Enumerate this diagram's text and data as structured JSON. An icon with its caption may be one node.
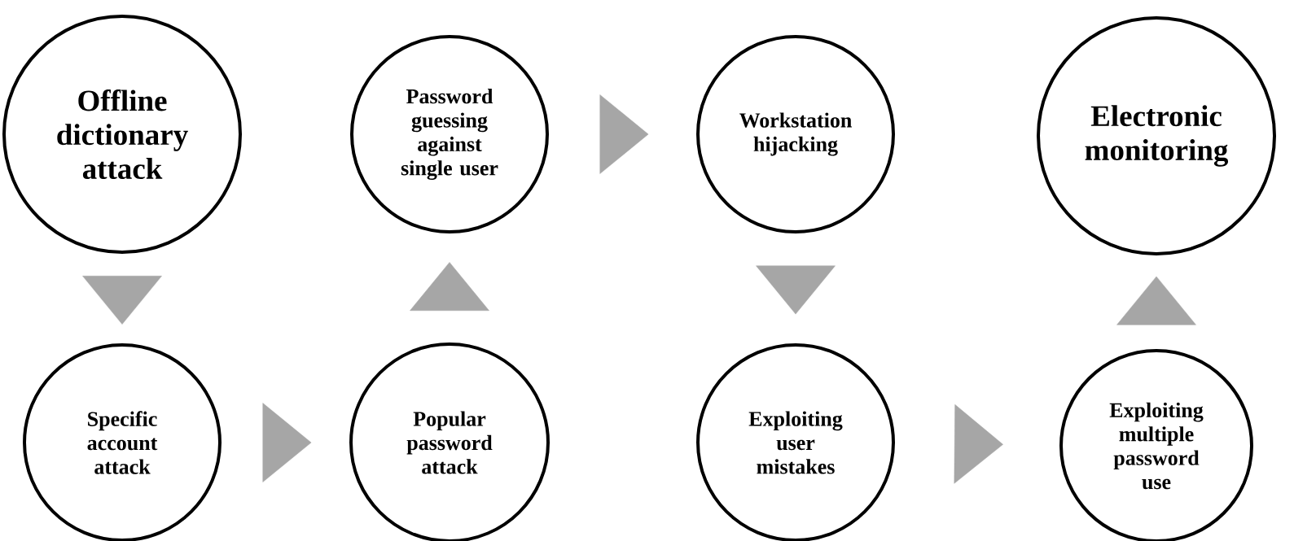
{
  "diagram": {
    "nodes": [
      {
        "text": [
          "Offline dictionary attack"
        ]
      },
      {
        "text": [
          "Specific account attack"
        ]
      },
      {
        "text": [
          "Popular password attack"
        ]
      },
      {
        "text": [
          "Password guessing against single user"
        ]
      },
      {
        "text": [
          "Workstation hijacking"
        ]
      },
      {
        "text": [
          "Exploiting user mistakes"
        ]
      },
      {
        "text": [
          "Exploiting multiple password use"
        ]
      },
      {
        "text": [
          "Electronic monitoring"
        ]
      }
    ],
    "edges": [
      {
        "from": 0,
        "to": 1,
        "arrow": "to"
      },
      {
        "from": 1,
        "to": 2,
        "arrow": "to"
      },
      {
        "from": 2,
        "to": 3,
        "arrow": "to"
      },
      {
        "from": 3,
        "to": 4,
        "arrow": "to"
      },
      {
        "from": 4,
        "to": 5,
        "arrow": "to"
      },
      {
        "from": 5,
        "to": 6,
        "arrow": "to"
      },
      {
        "from": 6,
        "to": 7,
        "arrow": "to"
      }
    ]
  }
}
